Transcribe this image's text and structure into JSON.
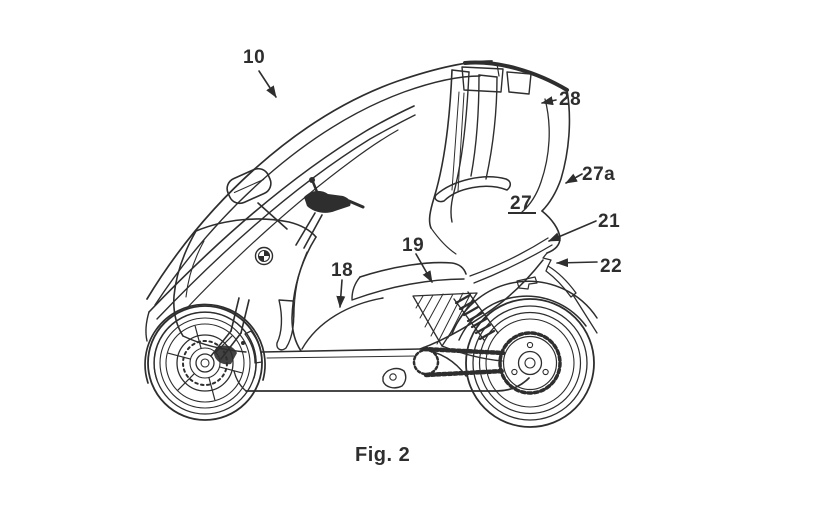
{
  "figure": {
    "caption": "Fig. 2",
    "reference_numerals": {
      "r10": "10",
      "r18": "18",
      "r19": "19",
      "r21": "21",
      "r22": "22",
      "r27": "27",
      "r27a": "27a",
      "r28": "28"
    },
    "ink_color": "#2e2e2e",
    "background_color": "#ffffff"
  }
}
